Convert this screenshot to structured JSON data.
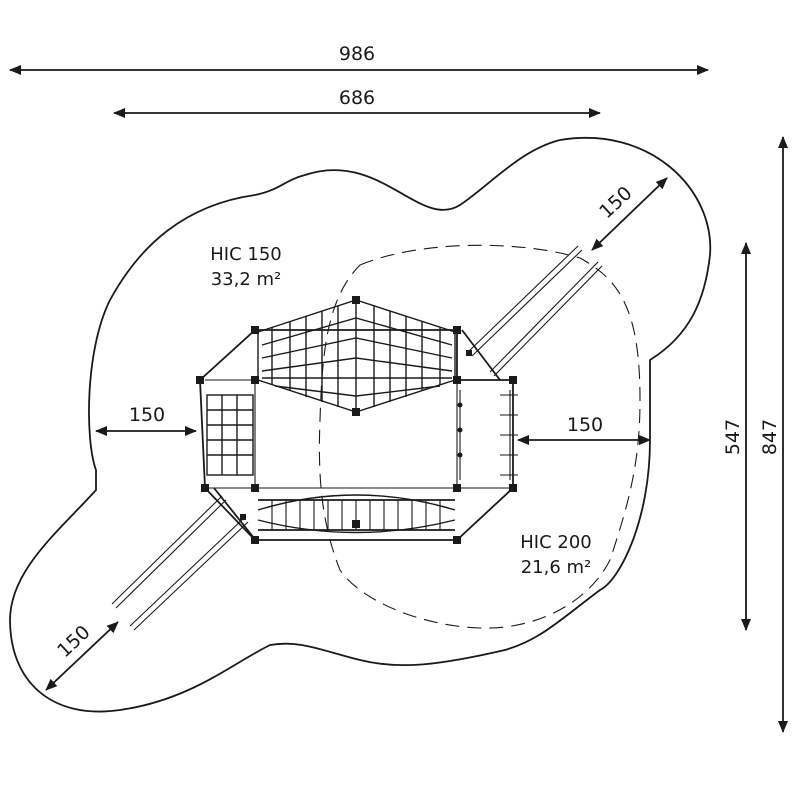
{
  "dimensions": {
    "overall_width": "986",
    "equipment_width": "686",
    "overall_height": "847",
    "equipment_height": "547",
    "clearance_left": "150",
    "clearance_right": "150",
    "clearance_top_right": "150",
    "clearance_bottom_left": "150"
  },
  "zones": {
    "hic150": {
      "title": "HIC 150",
      "area": "33,2 m²"
    },
    "hic200": {
      "title": "HIC 200",
      "area": "21,6 m²"
    }
  }
}
